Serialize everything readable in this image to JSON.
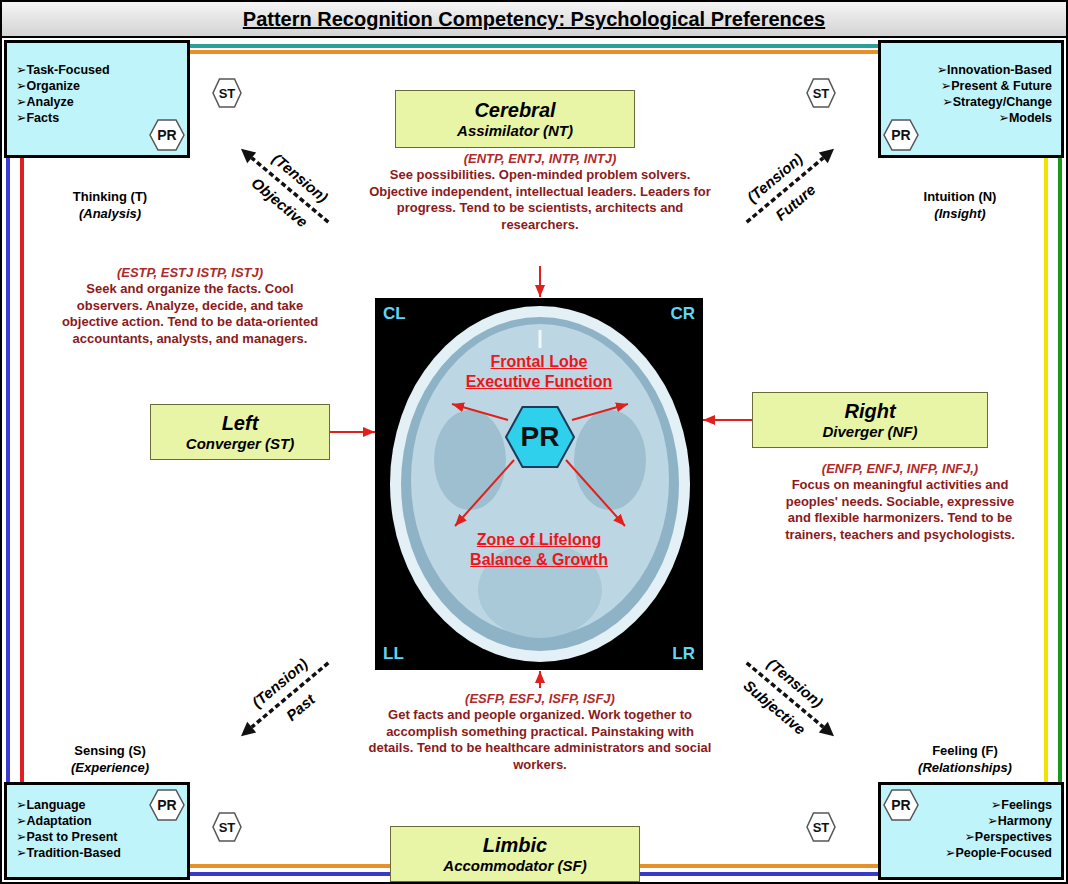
{
  "diagram": {
    "title": "Pattern Recognition Competency: Psychological Preferences",
    "nodes": [
      {
        "text": [
          "➢Task-Focused",
          "➢Organize",
          "➢Analyze",
          "➢Facts"
        ]
      },
      {
        "text": [
          "PR"
        ],
        "in": 0
      },
      {
        "text": [
          "ST"
        ]
      },
      {
        "text": [
          "Cerebral",
          "Assimilator (NT)"
        ]
      },
      {
        "text": [
          "ST"
        ]
      },
      {
        "text": [
          "➢Innovation-Based",
          "➢Present & Future",
          "➢Strategy/Change",
          "➢Models"
        ]
      },
      {
        "text": [
          "PR"
        ],
        "in": 5
      },
      {
        "text": [
          "Left",
          "Converger (ST)"
        ]
      },
      {
        "text": [
          "CL",
          "CR",
          "Frontal Lobe Executive Function",
          "Zone of Lifelong Balance & Growth",
          "LL",
          "LR"
        ]
      },
      {
        "text": [
          "PR"
        ],
        "in": 8
      },
      {
        "text": [
          "Right",
          "Diverger (NF)"
        ]
      },
      {
        "text": [
          "➢Language",
          "➢Adaptation",
          "➢Past to Present",
          "➢Tradition-Based"
        ]
      },
      {
        "text": [
          "PR"
        ],
        "in": 11
      },
      {
        "text": [
          "ST"
        ]
      },
      {
        "text": [
          "Limbic",
          "Accommodator (SF)"
        ]
      },
      {
        "text": [
          "ST"
        ]
      },
      {
        "text": [
          "➢Feelings",
          "➢Harmony",
          "➢Perspectives",
          "➢People-Focused"
        ]
      },
      {
        "text": [
          "PR"
        ],
        "in": 16
      }
    ],
    "edges": [
      {
        "from": 7,
        "to": 8,
        "arrow": "to"
      },
      {
        "from": 10,
        "to": 8,
        "arrow": "to"
      }
    ],
    "labels": [
      "(ENTP, ENTJ, INTP, INTJ)",
      "See possibilities. Open-minded problem solvers. Objective independent, intellectual leaders. Leaders for progress. Tend to be scientists, architects and researchers.",
      "Thinking (T)",
      "(Analysis)",
      "(Tension)",
      "Objective",
      "(Tension)",
      "Future",
      "Intuition (N)",
      "(Insight)",
      "(ESTP, ESTJ ISTP, ISTJ)",
      "Seek and organize the facts. Cool observers. Analyze, decide, and take objective action. Tend to be data-oriented accountants, analysts, and managers.",
      "(ENFP, ENFJ, INFP, INFJ,)",
      "Focus on meaningful activities and peoples' needs. Sociable, expressive and flexible harmonizers. Tend to be trainers, teachers and psychologists.",
      "(ESFP, ESFJ, ISFP, ISFJ)",
      "Get facts and people organized. Work together to accomplish something practical. Painstaking with details. Tend to be healthcare administrators and social workers.",
      "(Tension)",
      "Past",
      "(Tension)",
      "Subjective",
      "Sensing (S)",
      "(Experience)",
      "Feeling (F)",
      "(Relationships)"
    ]
  }
}
